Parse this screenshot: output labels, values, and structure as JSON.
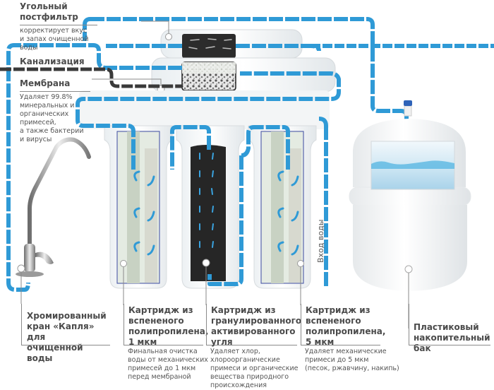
{
  "labels": {
    "postfilter": {
      "title_line1": "Угольный",
      "title_line2": "постфильтр",
      "desc": [
        "корректирует вкус",
        "и запах очищенной",
        "воды"
      ]
    },
    "drain": {
      "title": "Канализация"
    },
    "membrane": {
      "title": "Мембрана",
      "desc": [
        "Удаляет 99.8%",
        "минеральных и",
        "органических",
        "примесей,",
        "а также бактерии",
        "и вирусы"
      ]
    },
    "faucet": {
      "title": [
        "Хромированный",
        "кран «Капля» для",
        "очищенной воды"
      ]
    },
    "cartridge_1mkm": {
      "title": [
        "Картридж из",
        "вспененого",
        "полипропилена,",
        "1 мкм"
      ],
      "desc": [
        "Финальная очистка",
        "воды от механических",
        "примесей до 1 мкм",
        "перед мембраной"
      ]
    },
    "cartridge_carbon": {
      "title": [
        "Картридж из",
        "гранулированного",
        "активированного",
        "угля"
      ],
      "desc": [
        "Удаляет хлор,",
        "хлороорганические",
        "примеси и органические",
        "вещества природного",
        "происхождения"
      ]
    },
    "cartridge_5mkm": {
      "title": [
        "Картридж из",
        "вспененого",
        "полипропилена,",
        "5 мкм"
      ],
      "desc": [
        "Удаляет механические",
        "примеси до 5 мкм",
        "(песок, ржавчину, накипь)"
      ]
    },
    "tank": {
      "title": [
        "Пластиковый",
        "накопительный бак"
      ]
    },
    "water_inlet": "Вход воды"
  },
  "colors": {
    "water_pipe": "#2f9ad6",
    "drain_pipe": "#3a3a3a",
    "text": "#4b4b4b",
    "carbon": "#2a2a2a"
  }
}
